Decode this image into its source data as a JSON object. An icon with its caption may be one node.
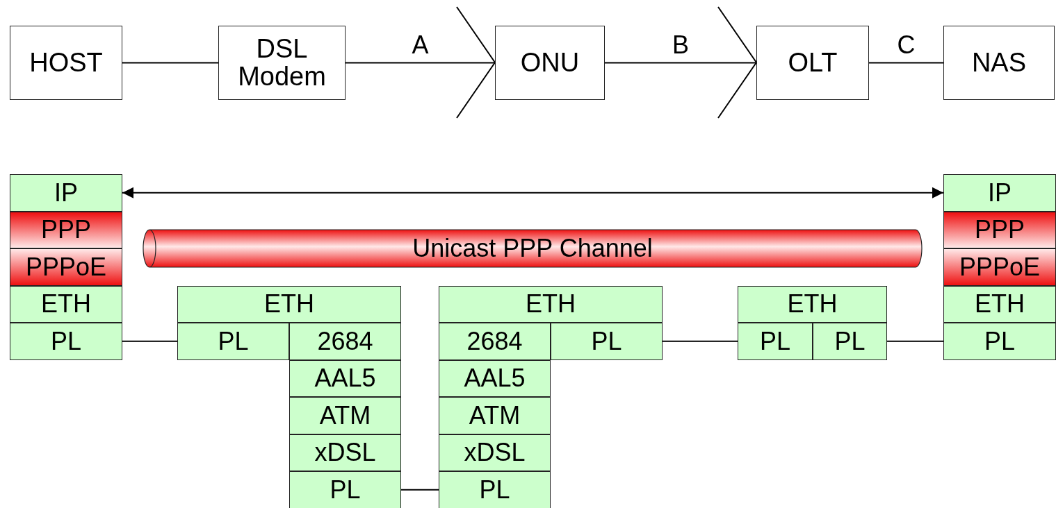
{
  "diagram": {
    "nodes": [
      {
        "text": [
          "HOST"
        ]
      },
      {
        "text": [
          "DSL Modem"
        ]
      },
      {
        "text": [
          "ONU"
        ]
      },
      {
        "text": [
          "OLT"
        ]
      },
      {
        "text": [
          "NAS"
        ]
      },
      {
        "text": [
          "IP"
        ]
      },
      {
        "text": [
          "PPP"
        ]
      },
      {
        "text": [
          "PPPoE"
        ]
      },
      {
        "text": [
          "ETH"
        ]
      },
      {
        "text": [
          "PL"
        ]
      },
      {
        "text": [
          "ETH"
        ]
      },
      {
        "text": [
          "PL"
        ]
      },
      {
        "text": [
          "2684"
        ]
      },
      {
        "text": [
          "AAL5"
        ]
      },
      {
        "text": [
          "ATM"
        ]
      },
      {
        "text": [
          "xDSL"
        ]
      },
      {
        "text": [
          "PL"
        ]
      },
      {
        "text": [
          "ETH"
        ]
      },
      {
        "text": [
          "2684"
        ]
      },
      {
        "text": [
          "PL"
        ]
      },
      {
        "text": [
          "AAL5"
        ]
      },
      {
        "text": [
          "ATM"
        ]
      },
      {
        "text": [
          "xDSL"
        ]
      },
      {
        "text": [
          "PL"
        ]
      },
      {
        "text": [
          "ETH"
        ]
      },
      {
        "text": [
          "PL"
        ]
      },
      {
        "text": [
          "PL"
        ]
      },
      {
        "text": [
          "IP"
        ]
      },
      {
        "text": [
          "PPP"
        ]
      },
      {
        "text": [
          "PPPoE"
        ]
      },
      {
        "text": [
          "ETH"
        ]
      },
      {
        "text": [
          "PL"
        ]
      },
      {
        "text": [
          "Unicast PPP Channel"
        ]
      }
    ],
    "edges": [
      {
        "from": 0,
        "to": 1,
        "arrow": "none"
      },
      {
        "from": 1,
        "to": 2,
        "arrow": "none",
        "label": "A"
      },
      {
        "from": 2,
        "to": 3,
        "arrow": "none",
        "label": "B"
      },
      {
        "from": 3,
        "to": 4,
        "arrow": "none",
        "label": "C"
      },
      {
        "from": 5,
        "to": 27,
        "arrow": "both"
      },
      {
        "from": 9,
        "to": 11,
        "arrow": "none"
      },
      {
        "from": 16,
        "to": 23,
        "arrow": "none"
      },
      {
        "from": 19,
        "to": 25,
        "arrow": "none"
      },
      {
        "from": 26,
        "to": 31,
        "arrow": "none"
      }
    ]
  }
}
